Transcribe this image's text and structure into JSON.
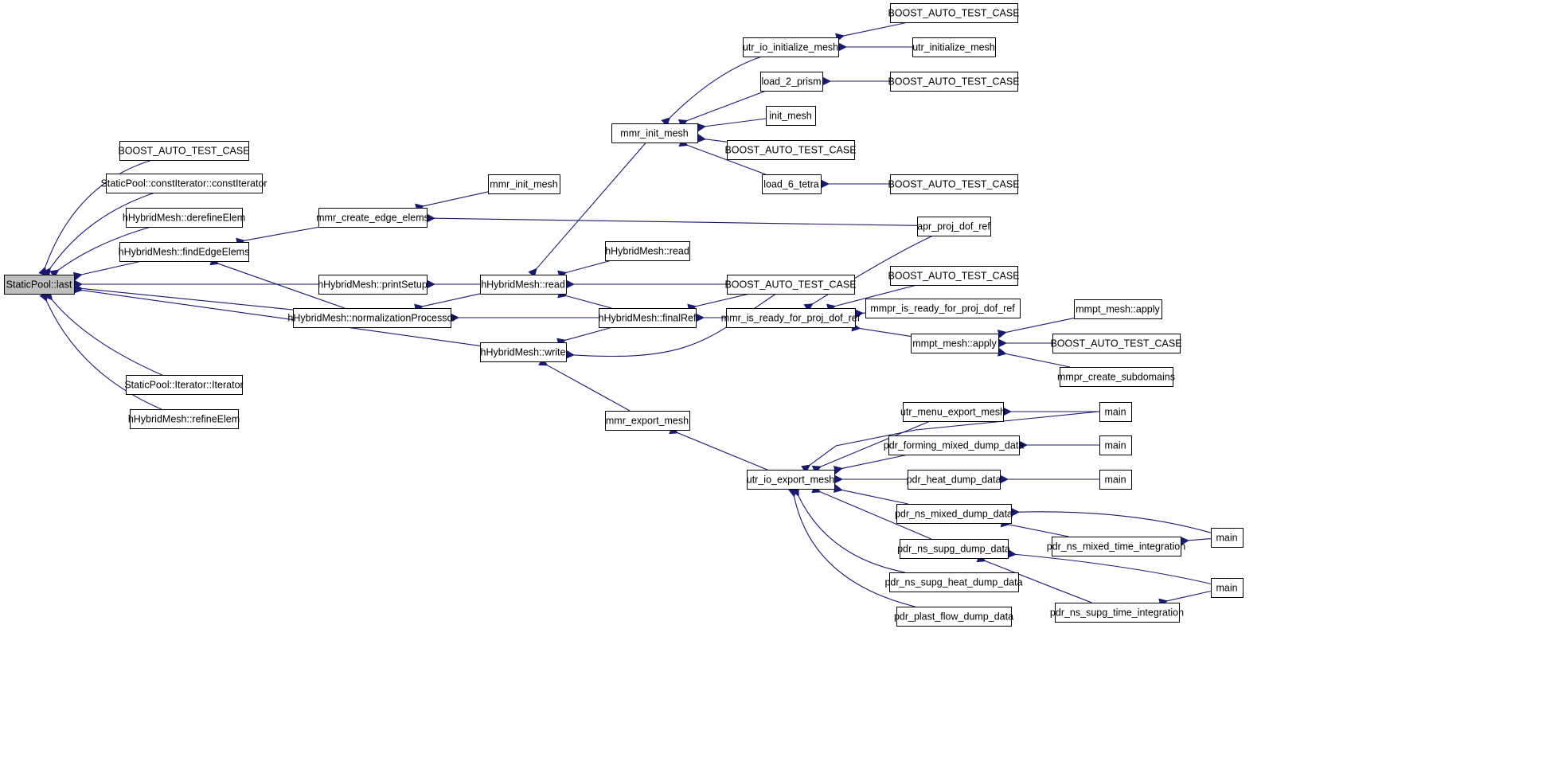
{
  "graph": {
    "colors": {
      "edge": "#191970",
      "node_border": "#000000",
      "node_border_incomplete": "#ff0000",
      "root_fill": "#bfbfbf",
      "node_fill": "#ffffff"
    },
    "nodes": [
      {
        "id": "n0",
        "label": "StaticPool::last",
        "root": true
      },
      {
        "id": "n1",
        "label": "BOOST_AUTO_TEST_CASE"
      },
      {
        "id": "n2",
        "label": "StaticPool::constIterator::constIterator"
      },
      {
        "id": "n3",
        "label": "hHybridMesh::derefineElem"
      },
      {
        "id": "n4",
        "label": "hHybridMesh::findEdgeElems"
      },
      {
        "id": "n5",
        "label": "hHybridMesh::printSetup"
      },
      {
        "id": "n6",
        "label": "hHybridMesh::normalizationProcessor"
      },
      {
        "id": "n7",
        "label": "hHybridMesh::write"
      },
      {
        "id": "n8",
        "label": "StaticPool::Iterator::Iterator"
      },
      {
        "id": "n9",
        "label": "hHybridMesh::refineElem"
      },
      {
        "id": "n10",
        "label": "mmr_create_edge_elems"
      },
      {
        "id": "n11",
        "label": "hHybridMesh::read"
      },
      {
        "id": "n12",
        "label": "mmr_init_mesh"
      },
      {
        "id": "n13",
        "label": "mmr_init_mesh"
      },
      {
        "id": "n14",
        "label": "hHybridMesh::read"
      },
      {
        "id": "n15",
        "label": "hHybridMesh::finalRef"
      },
      {
        "id": "n16",
        "label": "mmr_export_mesh"
      },
      {
        "id": "n17",
        "label": "utr_io_initialize_mesh"
      },
      {
        "id": "n18",
        "label": "load_2_prism"
      },
      {
        "id": "n19",
        "label": "init_mesh"
      },
      {
        "id": "n20",
        "label": "BOOST_AUTO_TEST_CASE"
      },
      {
        "id": "n21",
        "label": "load_6_tetra"
      },
      {
        "id": "n22",
        "label": "BOOST_AUTO_TEST_CASE"
      },
      {
        "id": "n23",
        "label": "mmr_is_ready_for_proj_dof_ref"
      },
      {
        "id": "n24",
        "label": "utr_io_export_mesh"
      },
      {
        "id": "n25",
        "label": "BOOST_AUTO_TEST_CASE"
      },
      {
        "id": "n26",
        "label": "utr_initialize_mesh",
        "incomplete": true
      },
      {
        "id": "n27",
        "label": "BOOST_AUTO_TEST_CASE"
      },
      {
        "id": "n28",
        "label": "BOOST_AUTO_TEST_CASE"
      },
      {
        "id": "n29",
        "label": "apr_proj_dof_ref"
      },
      {
        "id": "n30",
        "label": "BOOST_AUTO_TEST_CASE"
      },
      {
        "id": "n31",
        "label": "mmpr_is_ready_for_proj_dof_ref"
      },
      {
        "id": "n32",
        "label": "mmpt_mesh::apply"
      },
      {
        "id": "n33",
        "label": "utr_menu_export_mesh"
      },
      {
        "id": "n34",
        "label": "pdr_forming_mixed_dump_data"
      },
      {
        "id": "n35",
        "label": "pdr_heat_dump_data"
      },
      {
        "id": "n36",
        "label": "pdr_ns_mixed_dump_data"
      },
      {
        "id": "n37",
        "label": "pdr_ns_supg_dump_data"
      },
      {
        "id": "n38",
        "label": "pdr_ns_supg_heat_dump_data",
        "incomplete": true
      },
      {
        "id": "n39",
        "label": "pdr_plast_flow_dump_data"
      },
      {
        "id": "n40",
        "label": "mmpt_mesh::apply"
      },
      {
        "id": "n41",
        "label": "BOOST_AUTO_TEST_CASE"
      },
      {
        "id": "n42",
        "label": "mmpr_create_subdomains"
      },
      {
        "id": "n43",
        "label": "main"
      },
      {
        "id": "n44",
        "label": "main"
      },
      {
        "id": "n45",
        "label": "main"
      },
      {
        "id": "n46",
        "label": "pdr_ns_mixed_time_integration"
      },
      {
        "id": "n47",
        "label": "pdr_ns_supg_time_integration"
      },
      {
        "id": "n48",
        "label": "main"
      },
      {
        "id": "n49",
        "label": "main"
      }
    ]
  }
}
